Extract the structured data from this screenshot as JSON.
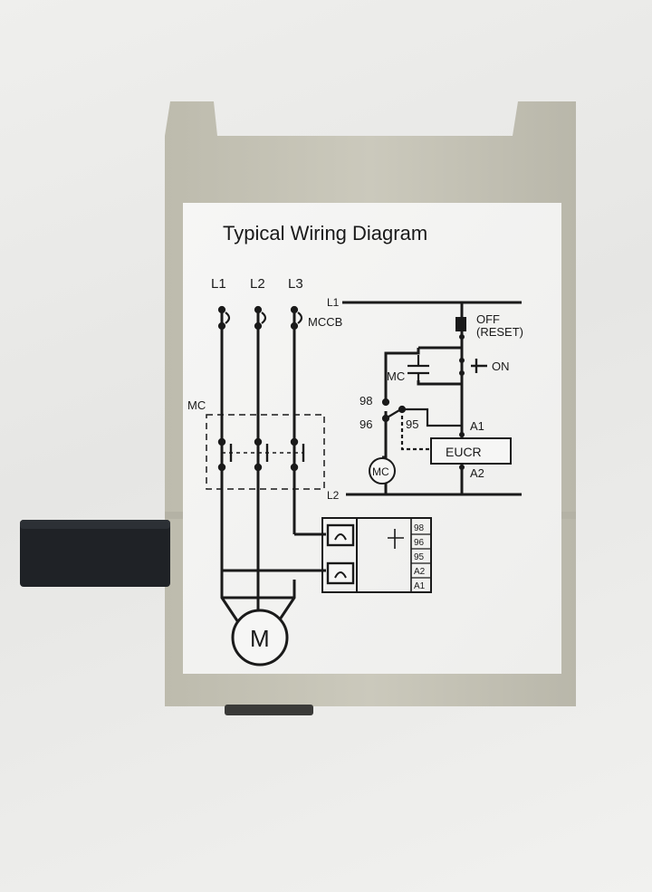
{
  "label": {
    "title": "Typical Wiring Diagram",
    "phases": [
      "L1",
      "L2",
      "L3"
    ],
    "breaker": "MCCB",
    "contactor": "MC",
    "line1": "L1",
    "line2": "L2",
    "off_label": "OFF",
    "reset_label": "(RESET)",
    "on_label": "ON",
    "aux_contact": "MC",
    "terminals": {
      "t98": "98",
      "t96": "96",
      "t95": "95",
      "a1": "A1",
      "a2": "A2"
    },
    "relay": "EUCR",
    "coil": "MC",
    "relay_terminals": [
      "98",
      "96",
      "95",
      "A2",
      "A1"
    ],
    "motor": "M"
  },
  "colors": {
    "housing": "#c9c7ba",
    "label_paper": "#f3f3f2",
    "ink": "#1a1a1a",
    "knob": "#1f2226",
    "background": "#e9e9e7"
  }
}
